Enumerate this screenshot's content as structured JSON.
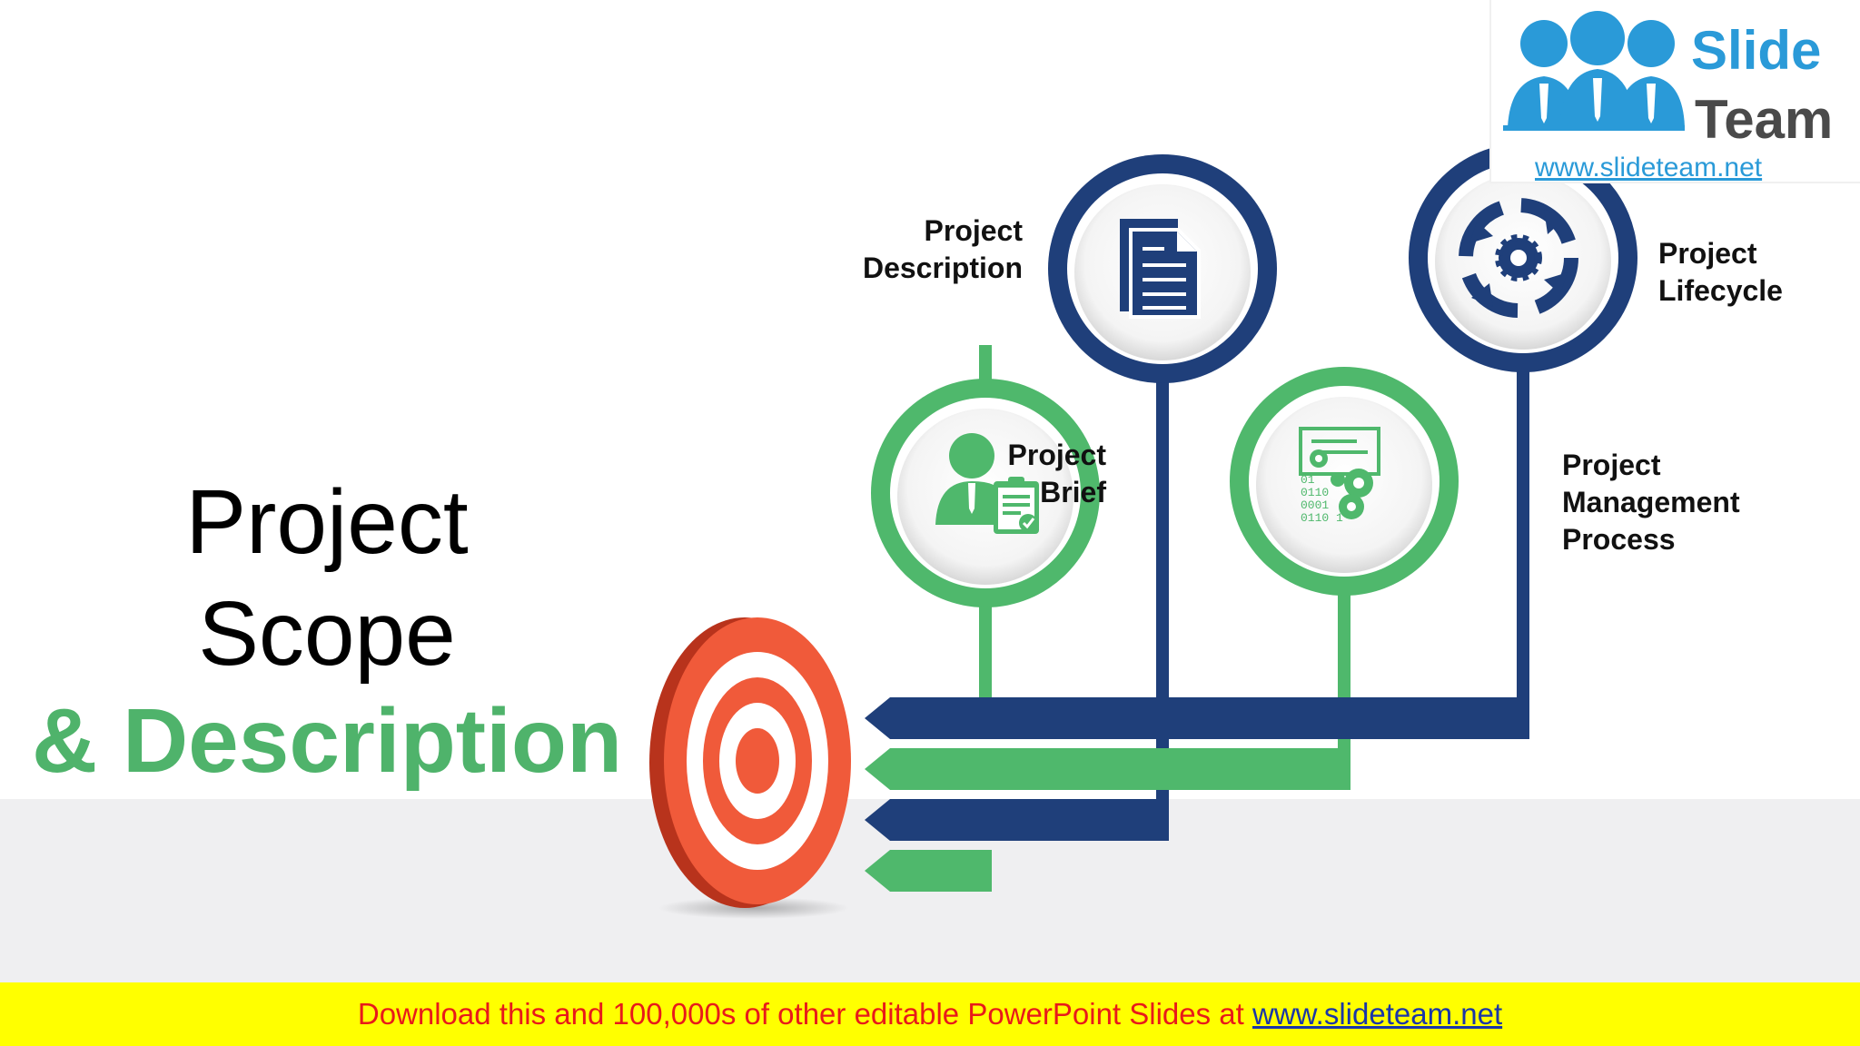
{
  "title": {
    "line1": "Project",
    "line2": "Scope",
    "line3": "& Description"
  },
  "items": [
    {
      "id": "brief",
      "label_line1": "Project",
      "label_line2": "Brief",
      "icon": "person-clipboard-icon",
      "color": "#4fb86c"
    },
    {
      "id": "description",
      "label_line1": "Project",
      "label_line2": "Description",
      "icon": "document-icon",
      "color": "#1f3f7a"
    },
    {
      "id": "process",
      "label_line1": "Project",
      "label_line2": "Management",
      "label_line3": "Process",
      "icon": "gears-binary-icon",
      "color": "#4fb86c"
    },
    {
      "id": "lifecycle",
      "label_line1": "Project",
      "label_line2": "Lifecycle",
      "icon": "cycle-gear-icon",
      "color": "#1f3f7a"
    }
  ],
  "target": {
    "icon": "target-icon",
    "color": "#f05a3a"
  },
  "logo": {
    "line1": "Slide",
    "line2": "Team",
    "url": "www.slideteam.net",
    "icon": "people-group-icon"
  },
  "banner": {
    "text": "Download this and 100,000s of other editable PowerPoint Slides at ",
    "link": "www.slideteam.net"
  },
  "colors": {
    "green": "#4fb86c",
    "navy": "#1f3f7a",
    "orange": "#f05a3a",
    "banner_bg": "#ffff00",
    "banner_text": "#e81a1a",
    "logo_blue": "#2a9ad8"
  }
}
